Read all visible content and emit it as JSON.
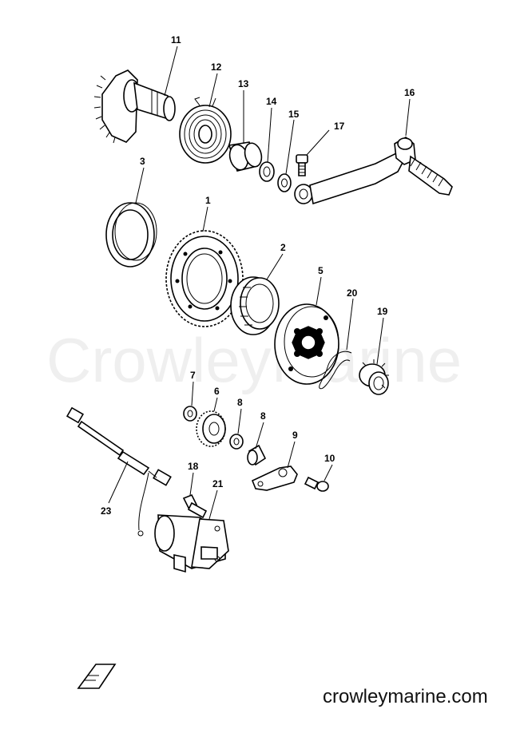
{
  "diagram": {
    "callouts": [
      "1",
      "2",
      "3",
      "5",
      "6",
      "7",
      "8",
      "8",
      "9",
      "10",
      "11",
      "12",
      "13",
      "14",
      "15",
      "16",
      "17",
      "18",
      "19",
      "20",
      "21",
      "23"
    ]
  },
  "watermark": "CrowleyMarine",
  "footer": {
    "site": "crowleymarine.com"
  }
}
